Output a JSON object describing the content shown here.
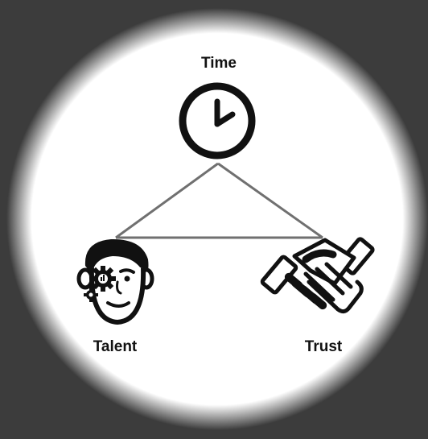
{
  "diagram": {
    "nodes": [
      {
        "id": "time",
        "label": "Time",
        "icon": "clock-icon"
      },
      {
        "id": "talent",
        "label": "Talent",
        "icon": "person-gear-face-icon"
      },
      {
        "id": "trust",
        "label": "Trust",
        "icon": "handshake-icon"
      }
    ],
    "edges": [
      {
        "from": "time",
        "to": "talent"
      },
      {
        "from": "time",
        "to": "trust"
      },
      {
        "from": "talent",
        "to": "trust"
      }
    ]
  },
  "colors": {
    "background": "#3c3c3c",
    "spotlight": "#ffffff",
    "icon": "#111111",
    "triangle": "#707070"
  }
}
